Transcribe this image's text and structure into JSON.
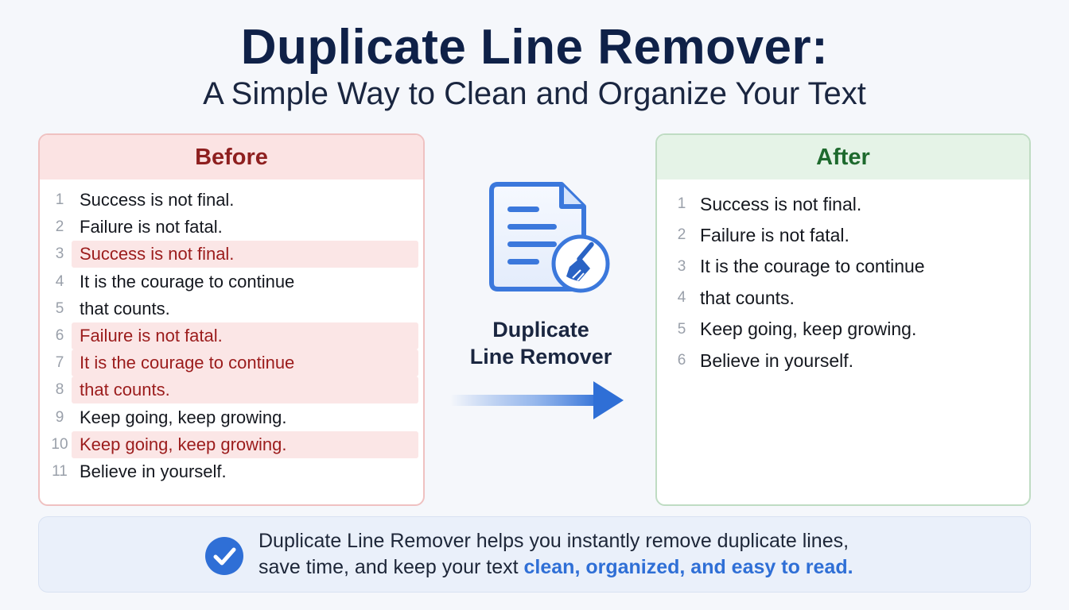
{
  "title": "Duplicate Line Remover:",
  "subtitle": "A Simple Way to Clean and Organize Your Text",
  "before": {
    "heading": "Before",
    "lines": [
      {
        "num": "1",
        "text": "Success is not final.",
        "duplicate": false
      },
      {
        "num": "2",
        "text": "Failure is not fatal.",
        "duplicate": false
      },
      {
        "num": "3",
        "text": "Success is not final.",
        "duplicate": true
      },
      {
        "num": "4",
        "text": "It is the courage to continue",
        "duplicate": false
      },
      {
        "num": "5",
        "text": "that counts.",
        "duplicate": false
      },
      {
        "num": "6",
        "text": "Failure is not fatal.",
        "duplicate": true
      },
      {
        "num": "7",
        "text": "It is the courage to continue",
        "duplicate": true
      },
      {
        "num": "8",
        "text": "that counts.",
        "duplicate": true
      },
      {
        "num": "9",
        "text": "Keep going, keep growing.",
        "duplicate": false
      },
      {
        "num": "10",
        "text": "Keep going, keep growing.",
        "duplicate": true
      },
      {
        "num": "11",
        "text": "Believe in yourself.",
        "duplicate": false
      }
    ]
  },
  "after": {
    "heading": "After",
    "lines": [
      {
        "num": "1",
        "text": "Success is not final."
      },
      {
        "num": "2",
        "text": "Failure is not fatal."
      },
      {
        "num": "3",
        "text": "It is the courage to continue"
      },
      {
        "num": "4",
        "text": "that counts."
      },
      {
        "num": "5",
        "text": "Keep going, keep growing."
      },
      {
        "num": "6",
        "text": "Believe in yourself."
      }
    ]
  },
  "tool": {
    "label_line1": "Duplicate",
    "label_line2": "Line Remover",
    "icon": "document-broom-icon"
  },
  "footer": {
    "icon": "check-circle-icon",
    "line1": "Duplicate Line Remover helps you instantly remove duplicate lines,",
    "line2_plain": "save time, and keep your text ",
    "line2_highlight": "clean, organized, and easy to read."
  },
  "colors": {
    "accent": "#2f6fd6",
    "duplicate_bg": "#fbe6e6",
    "duplicate_text": "#9b1c1c",
    "before_header": "#8e1f1f",
    "after_header": "#1e6a2e"
  }
}
